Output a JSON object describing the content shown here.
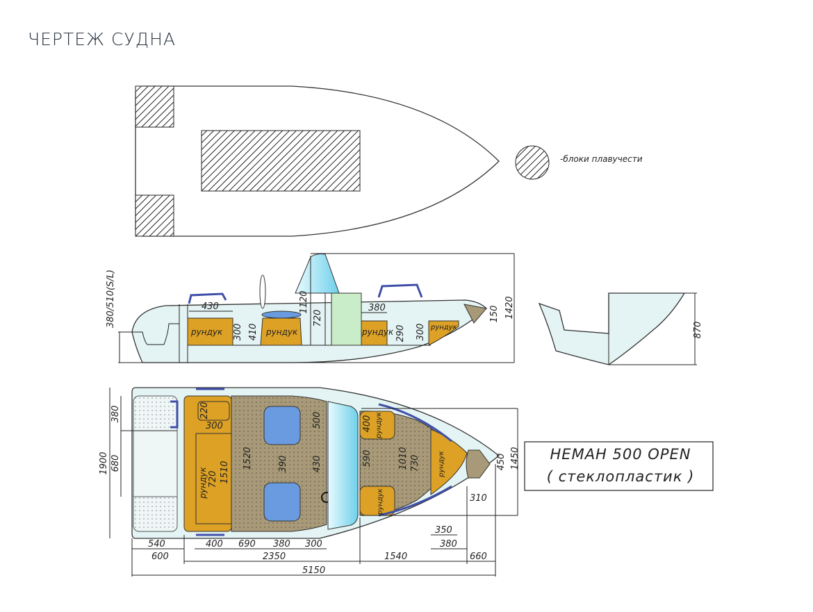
{
  "title": "ЧЕРТЕЖ СУДНА",
  "legend": {
    "label": "-блоки плавучести"
  },
  "side": {
    "locker": "рундук",
    "dims": [
      "430",
      "300",
      "410",
      "1120",
      "720",
      "380",
      "290",
      "300",
      "150",
      "1420",
      "380/510(S/L)"
    ]
  },
  "section": {
    "dims": [
      "870"
    ]
  },
  "plan": {
    "locker": "рундук",
    "dims": [
      "380",
      "680",
      "1900",
      "220",
      "300",
      "720",
      "1510",
      "1520",
      "390",
      "500",
      "430",
      "400",
      "590",
      "1010",
      "730",
      "450",
      "1450",
      "310",
      "350",
      "380"
    ],
    "bottom": [
      "540",
      "400",
      "690",
      "380",
      "300",
      "600",
      "2350",
      "1540",
      "660",
      "5150"
    ]
  },
  "nameplate": {
    "model": "НЕМАН  500  OPEN",
    "material": "( стеклопластик )"
  },
  "colors": {
    "hull": "#e4f3f3",
    "locker": "#dda125",
    "floor": "#a89a78",
    "seat": "#6a9be0",
    "glass": "#9ddff0",
    "console": "#c9ecc9",
    "rail": "#3f4fa8"
  }
}
